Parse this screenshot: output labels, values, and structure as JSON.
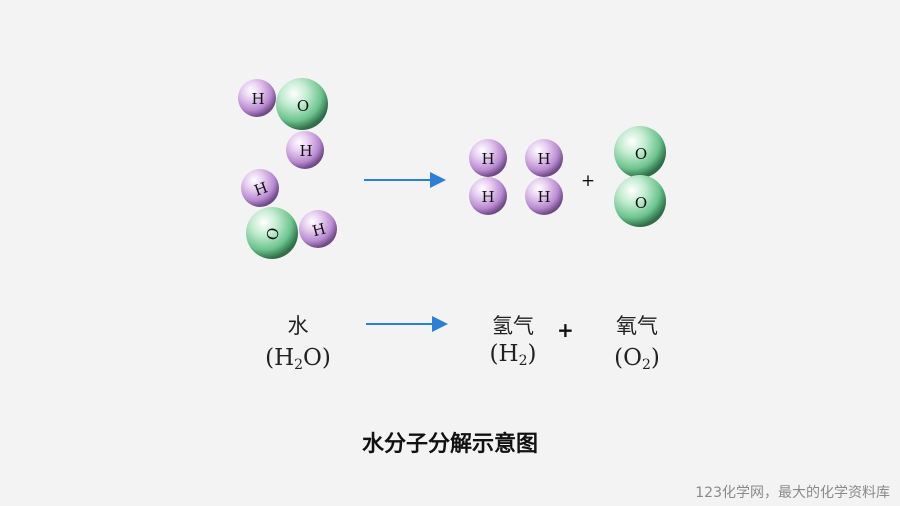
{
  "colors": {
    "background": "#f3f3f3",
    "hydrogen": "#c9a0dc",
    "oxygen": "#7ecf9c",
    "arrow": "#2b7fd6"
  },
  "atoms": {
    "hydrogen_symbol": "H",
    "oxygen_symbol": "O"
  },
  "reaction": {
    "plus": "+",
    "reactant": {
      "name": "水",
      "formula_prefix": "(H",
      "formula_sub": "2",
      "formula_suffix": "O)"
    },
    "product1": {
      "name": "氢气",
      "formula_prefix": "(H",
      "formula_sub": "2",
      "formula_suffix": ")"
    },
    "product2": {
      "name": "氧气",
      "formula_prefix": "(O",
      "formula_sub": "2",
      "formula_suffix": ")"
    }
  },
  "title": "水分子分解示意图",
  "watermark": "123化学网，最大的化学资料库"
}
